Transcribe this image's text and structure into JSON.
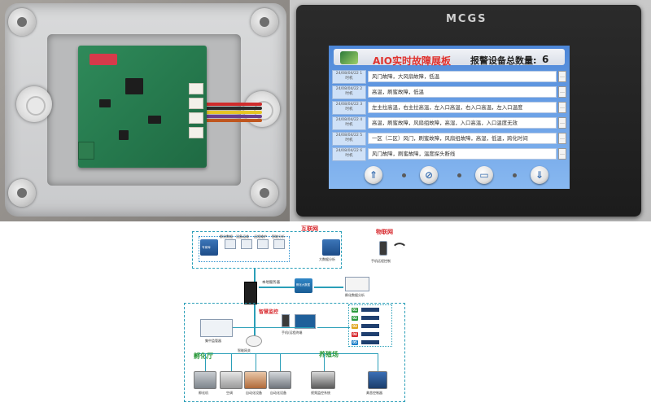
{
  "hmi": {
    "brand": "MCGS",
    "title": "AIO实时故障展板",
    "count_label": "报警设备总数量:",
    "count_value": "6",
    "rows": [
      {
        "time": "24/08/04/22 1时机",
        "message": "风门故障，大风扇故障，低温"
      },
      {
        "time": "24/08/04/22 2时机",
        "message": "高温，刷蜜故障，低温"
      },
      {
        "time": "24/08/04/22 3时机",
        "message": "左主拉高温，右主拉高温，左入口高温，右入口高温，左入口温度"
      },
      {
        "time": "24/08/04/22 4时机",
        "message": "高温，刷蜜故障，风扇组故障，高湿，入口高温，入口温度无效"
      },
      {
        "time": "24/08/04/22 5时机",
        "message": "一区（二区）风门，刷蜜故障，风扇组故障，高湿，低温，跨化时间"
      },
      {
        "time": "24/08/04/22 6时机",
        "message": "风门故障，刷蜜故障，温度探头断线"
      }
    ],
    "scroll_up_glyph": "⇑",
    "slash_glyph": "⊘",
    "page_glyph": "▭",
    "scroll_down_glyph": "⇓",
    "row_btn_glyph": "…"
  },
  "diagram": {
    "internet_label": "互联网",
    "iot_label": "物联网",
    "mobile_control_label": "手机远程控制",
    "bigdata_label": "大数据分析",
    "top_items": [
      "孵化数据",
      "设备运维",
      "远程维护",
      "智能分析"
    ],
    "top_small_label": "专家库",
    "local_server_label": "本地服务器",
    "monitor_label": "孵化大数据",
    "analysis_label": "孵化数据分析",
    "smart_control_label": "智慧监控",
    "center_label": "集中监管器",
    "phone_pc_label": "手机/远程终端",
    "gateway_label": "智能网关",
    "hatchery_label": "孵化厅",
    "farm_label": "养殖场",
    "bottom_items": [
      "孵化机",
      "空调",
      "自动化设备",
      "自动化设备"
    ],
    "farm_items": [
      "视频监控系统",
      "禽舍控制器"
    ],
    "legend": [
      {
        "tag": "01",
        "color": "#2d9a3c"
      },
      {
        "tag": "02",
        "color": "#2d9a3c"
      },
      {
        "tag": "03",
        "color": "#e0a41a"
      },
      {
        "tag": "04",
        "color": "#d7262b"
      },
      {
        "tag": "05",
        "color": "#1b7fc9"
      }
    ]
  }
}
